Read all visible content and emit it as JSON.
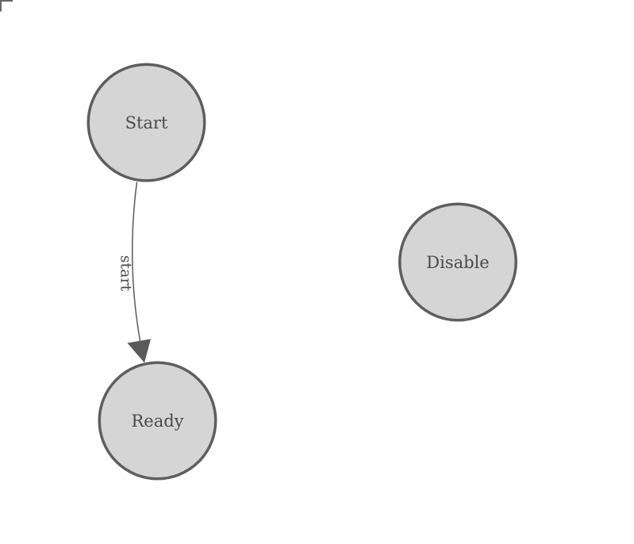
{
  "theme": {
    "background": "#ffffff",
    "node_fill": "#d5d5d5",
    "node_stroke": "#5e5e5e",
    "node_text_color": "#4a4a4a",
    "edge_color": "#5a5a5a",
    "corner_marker_color": "#666666"
  },
  "diagram": {
    "nodes": [
      {
        "id": "start",
        "label": "Start"
      },
      {
        "id": "ready",
        "label": "Ready"
      },
      {
        "id": "disable",
        "label": "Disable"
      }
    ],
    "edges": [
      {
        "id": "start-ready",
        "label": "start",
        "from": "Start",
        "to": "Ready"
      }
    ]
  }
}
